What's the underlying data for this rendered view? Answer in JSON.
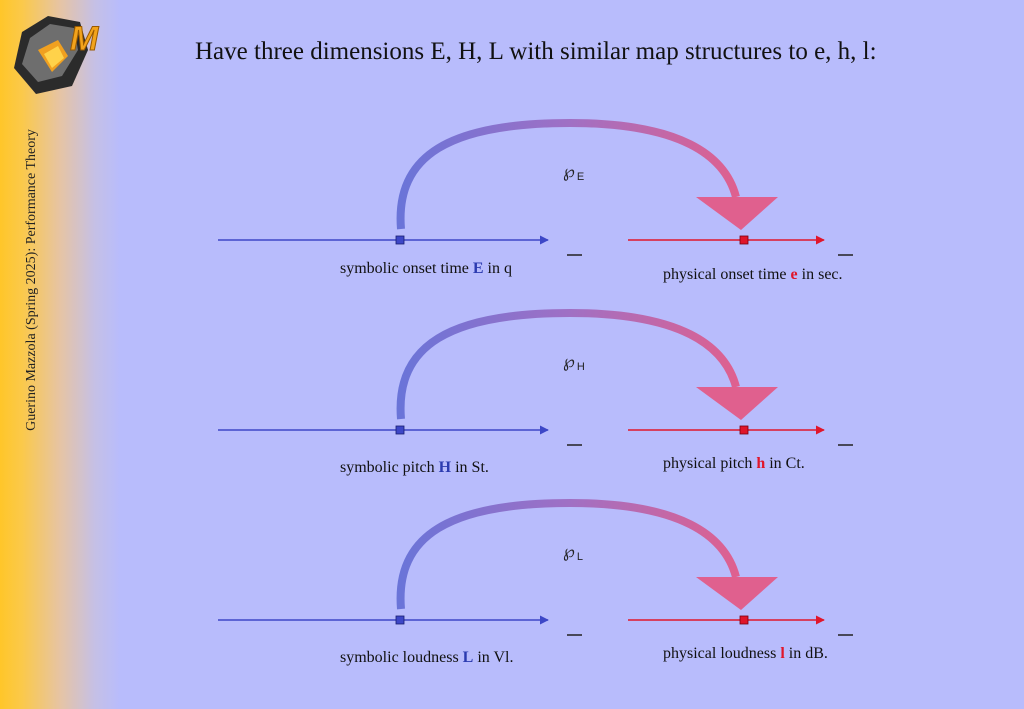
{
  "title": "Have three dimensions E, H, L with similar map structures to e, h, l:",
  "author": "Guerino Mazzola (Spring 2025): Performance Theory",
  "logo": {
    "icon": "mazzola-logo-icon",
    "letter": "M"
  },
  "colors": {
    "background": "#b8bcfc",
    "symbolic": "#3d47c7",
    "physical": "#e0162b",
    "arrow": "#e0608e"
  },
  "rows": [
    {
      "map_symbol": "℘",
      "map_sub": "E",
      "symbolic": {
        "before": "symbolic onset time ",
        "key": "E",
        "after": " in q"
      },
      "physical": {
        "before": "physical onset time ",
        "key": "e",
        "after": " in sec."
      }
    },
    {
      "map_symbol": "℘",
      "map_sub": "H",
      "symbolic": {
        "before": "symbolic pitch ",
        "key": "H",
        "after": " in St."
      },
      "physical": {
        "before": "physical pitch ",
        "key": "h",
        "after": " in Ct."
      }
    },
    {
      "map_symbol": "℘",
      "map_sub": "L",
      "symbolic": {
        "before": "symbolic loudness ",
        "key": "L",
        "after": " in Vl."
      },
      "physical": {
        "before": "physical loudness ",
        "key": "l",
        "after": " in dB."
      }
    }
  ]
}
